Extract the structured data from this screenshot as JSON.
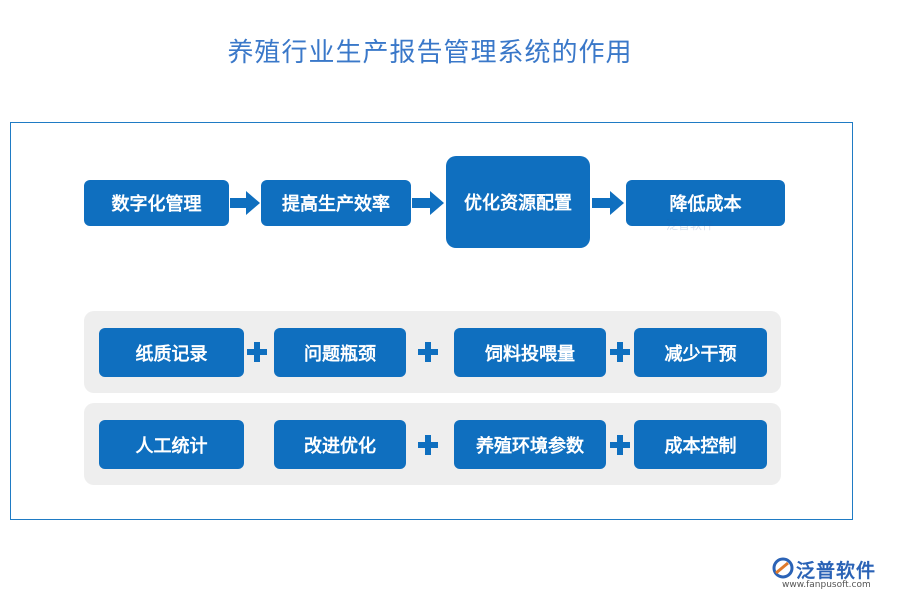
{
  "title": "养殖行业生产报告管理系统的作用",
  "flow": [
    "数字化管理",
    "提高生产效率",
    "优化资源配置",
    "降低成本"
  ],
  "row1": [
    "纸质记录",
    "问题瓶颈",
    "饲料投喂量",
    "减少干预"
  ],
  "row2": [
    "人工统计",
    "改进优化",
    "养殖环境参数",
    "成本控制"
  ],
  "watermark": "泛普软件",
  "logo": {
    "name": "泛普软件",
    "url": "www.fanpusoft.com"
  },
  "colors": {
    "primary": "#0f6fbf",
    "title": "#3a78c9",
    "band": "#eeeeee"
  }
}
